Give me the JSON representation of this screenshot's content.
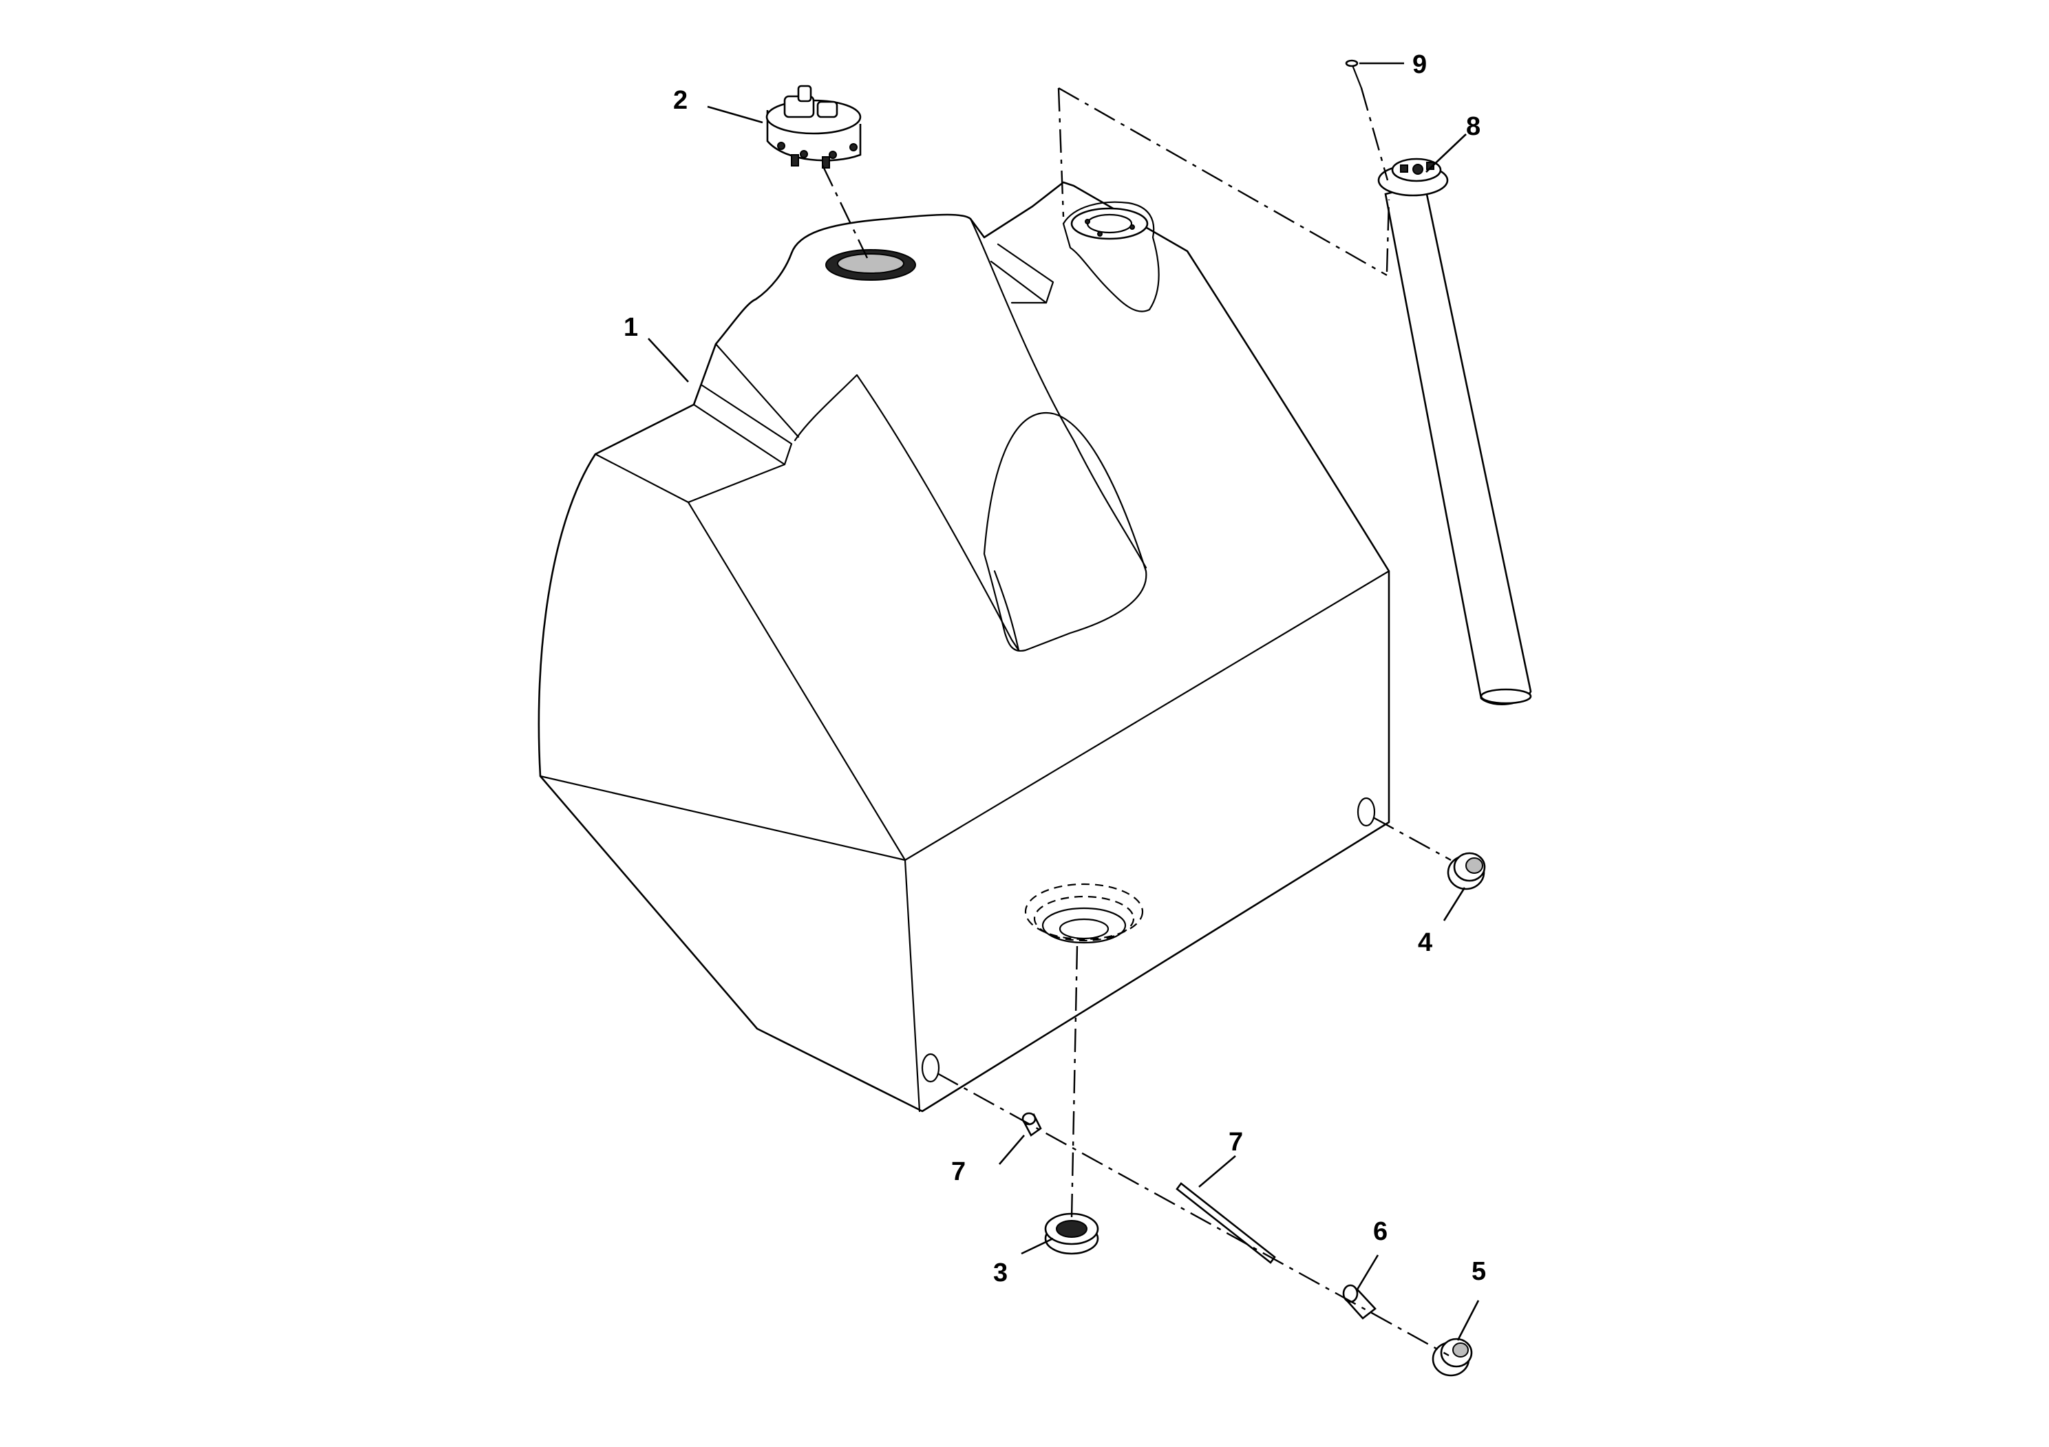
{
  "callouts": {
    "c1": "1",
    "c2": "2",
    "c3": "3",
    "c4": "4",
    "c5": "5",
    "c6": "6",
    "c7a": "7",
    "c7b": "7",
    "c8": "8",
    "c9": "9"
  }
}
